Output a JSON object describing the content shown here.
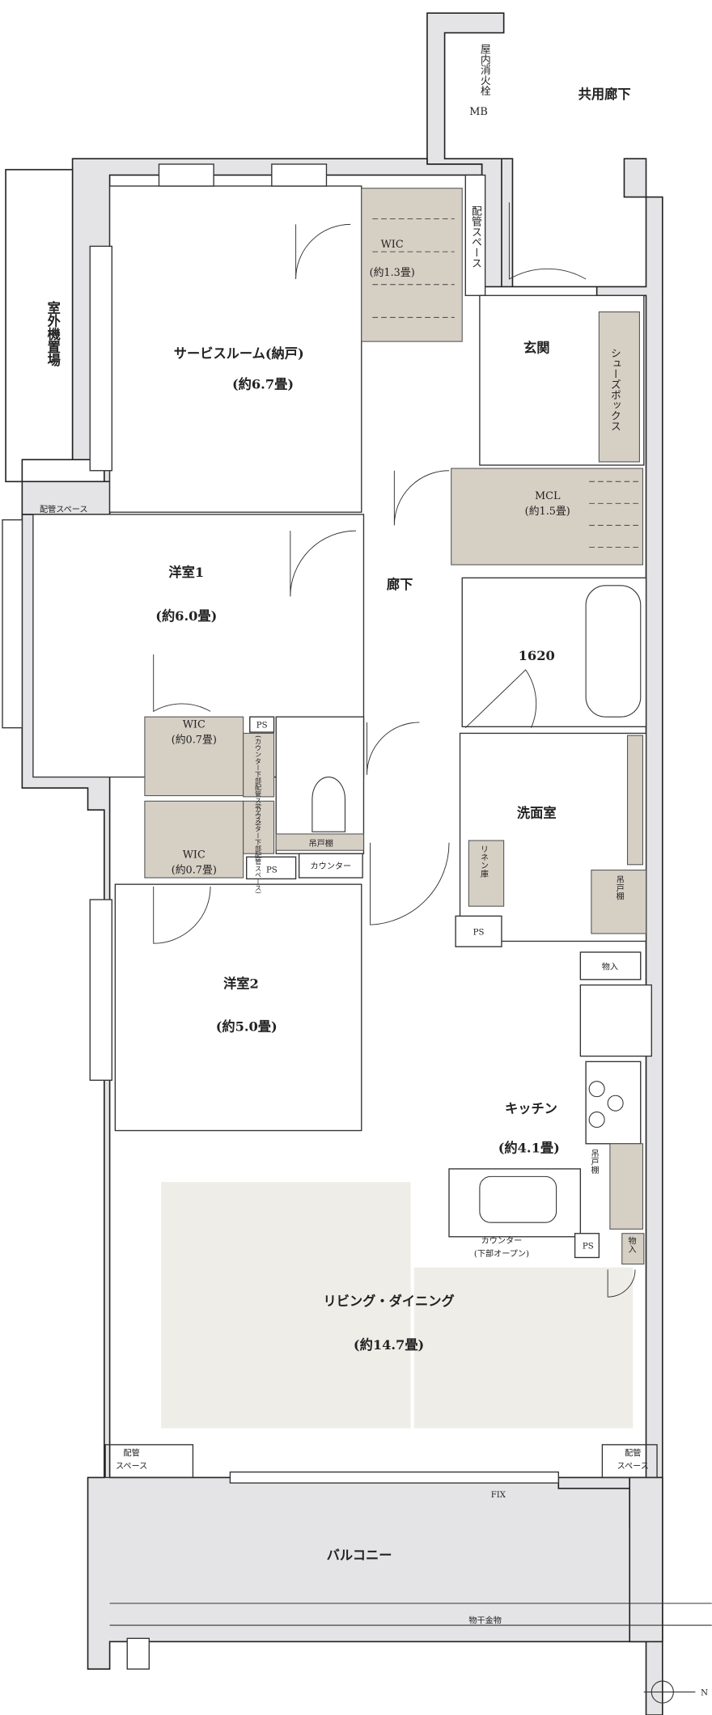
{
  "colors": {
    "wall": "#e4e4e6",
    "storage": "#d6cfc4",
    "living_floor": "#efede7",
    "line": "#222222"
  },
  "rooms": {
    "common_corridor": "共用廊下",
    "fire_hydrant": "屋内消火栓",
    "mb": "MB",
    "pipe_space_top": "配管スペース",
    "wic_top": {
      "name": "WIC",
      "size": "(約1.3畳)"
    },
    "service_room": {
      "name": "サービスルーム(納戸)",
      "size": "(約6.7畳)"
    },
    "outdoor_unit": "室外機置場",
    "entrance": "玄関",
    "shoe_box": "シューズボックス",
    "mcl": {
      "name": "MCL",
      "size": "(約1.5畳)"
    },
    "pipe_space_left": "配管スペース",
    "western1": {
      "name": "洋室1",
      "size": "(約6.0畳)"
    },
    "hallway": "廊下",
    "bath": "1620",
    "wic_mid1": {
      "name": "WIC",
      "size": "(約0.7畳)"
    },
    "wic_mid2": {
      "name": "WIC",
      "size": "(約0.7畳)"
    },
    "ps1": "PS",
    "ps2": "PS",
    "counter_pipe": "(カウンター下部配管スペース)",
    "hanging_shelf_toilet": "吊戸棚",
    "counter_toilet": "カウンター",
    "washroom": "洗面室",
    "linen": "リネン庫",
    "hanging_shelf_wash": "吊戸棚",
    "ps3": "PS",
    "closet1": "物入",
    "western2": {
      "name": "洋室2",
      "size": "(約5.0畳)"
    },
    "kitchen": {
      "name": "キッチン",
      "size": "(約4.1畳)"
    },
    "hanging_shelf_kitchen": "吊戸棚",
    "kitchen_counter": {
      "line1": "カウンター",
      "line2": "(下部オープン)"
    },
    "ps4": "PS",
    "closet2": "物入",
    "living": {
      "name": "リビング・ダイニング",
      "size": "(約14.7畳)"
    },
    "pipe_space_bl": {
      "line1": "配管",
      "line2": "スペース"
    },
    "pipe_space_br": {
      "line1": "配管",
      "line2": "スペース"
    },
    "fix": "FIX",
    "balcony": "バルコニー",
    "drying_rail": "物干金物",
    "north": "N"
  }
}
